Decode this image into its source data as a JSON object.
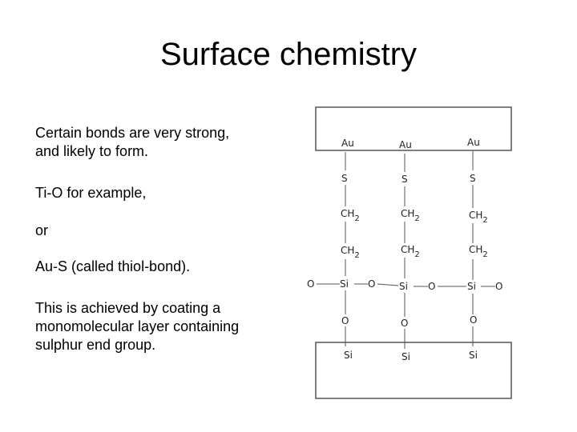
{
  "slide": {
    "title": "Surface chemistry",
    "paragraphs": [
      "Certain bonds are very strong,\nand likely to form.",
      "Ti-O for example,",
      "or",
      "Au-S (called thiol-bond).",
      "This is achieved by coating a\nmonomolecular layer containing\nsulphur end group."
    ]
  },
  "diagram": {
    "top_atoms": [
      "Au",
      "Au",
      "Au"
    ],
    "sulfur": "S",
    "ch2_c": "CH",
    "ch2_sub": "2",
    "silicon": "Si",
    "oxygen": "O"
  }
}
